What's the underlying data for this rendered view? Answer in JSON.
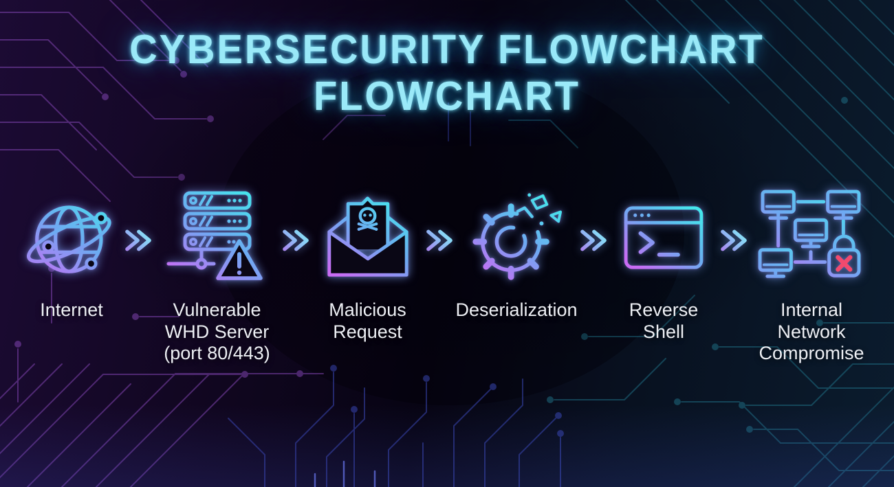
{
  "title": {
    "line1": "CYBERSECURITY FLOWCHART",
    "line2": "FLOWCHART"
  },
  "steps": [
    {
      "id": "internet",
      "icon": "globe-network-icon",
      "label": "Internet"
    },
    {
      "id": "vulnerable-whd-server",
      "icon": "server-warning-icon",
      "label": "Vulnerable\nWHD Server\n(port 80/443)"
    },
    {
      "id": "malicious-request",
      "icon": "skull-mail-icon",
      "label": "Malicious\nRequest"
    },
    {
      "id": "deserialization",
      "icon": "broken-gear-icon",
      "label": "Deserialization"
    },
    {
      "id": "reverse-shell",
      "icon": "terminal-window-icon",
      "label": "Reverse\nShell"
    },
    {
      "id": "internal-network-compromise",
      "icon": "network-lock-icon",
      "label": "Internal\nNetwork\nCompromise"
    }
  ],
  "connector": {
    "icon": "double-chevron-right-icon",
    "direction": "right",
    "count": 5
  },
  "colors": {
    "title": "#9AE9F8",
    "label": "#EDEFF4",
    "icon_gradient_start": "#45E6EC",
    "icon_gradient_mid": "#6FA9F2",
    "icon_gradient_end": "#C96CF4",
    "chevron_start": "#86EBF7",
    "chevron_end": "#A98AF0",
    "alert_x": "#F24A6E",
    "background_left": "#1C0B34",
    "background_right": "#0B1C2E",
    "trace_purple": "#8A49BC",
    "trace_teal": "#20748A",
    "trace_blue": "#3D4CC0"
  }
}
